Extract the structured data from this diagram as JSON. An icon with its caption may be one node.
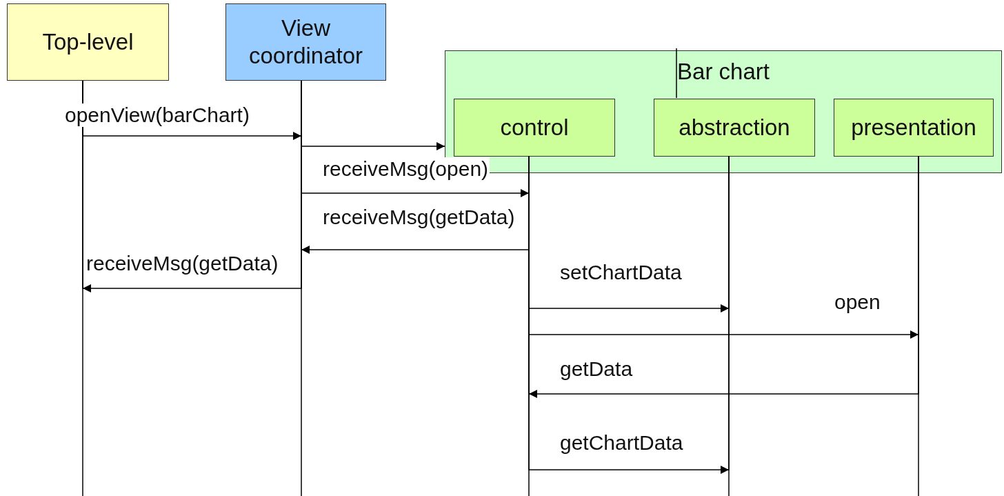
{
  "diagram": {
    "nodes": [
      {
        "text": [
          "Top-level"
        ]
      },
      {
        "text": [
          "View coordinator"
        ]
      },
      {
        "text": [
          "Bar chart"
        ]
      },
      {
        "text": [
          "control"
        ],
        "in": 2
      },
      {
        "text": [
          "abstraction"
        ],
        "in": 2
      },
      {
        "text": [
          "presentation"
        ],
        "in": 2
      }
    ],
    "edges": [
      {
        "from": 0,
        "to": 1,
        "arrow": "to",
        "label": "openView(barChart)"
      },
      {
        "from": 1,
        "to": 2,
        "arrow": "to"
      },
      {
        "from": 1,
        "to": 3,
        "arrow": "to",
        "label": "receiveMsg(open)"
      },
      {
        "from": 3,
        "to": 1,
        "arrow": "to",
        "label": "receiveMsg(getData)"
      },
      {
        "from": 1,
        "to": 0,
        "arrow": "to",
        "label": "receiveMsg(getData)"
      },
      {
        "from": 3,
        "to": 4,
        "arrow": "to",
        "label": "setChartData"
      },
      {
        "from": 3,
        "to": 5,
        "arrow": "to",
        "label": "open"
      },
      {
        "from": 5,
        "to": 3,
        "arrow": "to",
        "label": "getData"
      },
      {
        "from": 3,
        "to": 4,
        "arrow": "to",
        "label": "getChartData"
      }
    ]
  }
}
